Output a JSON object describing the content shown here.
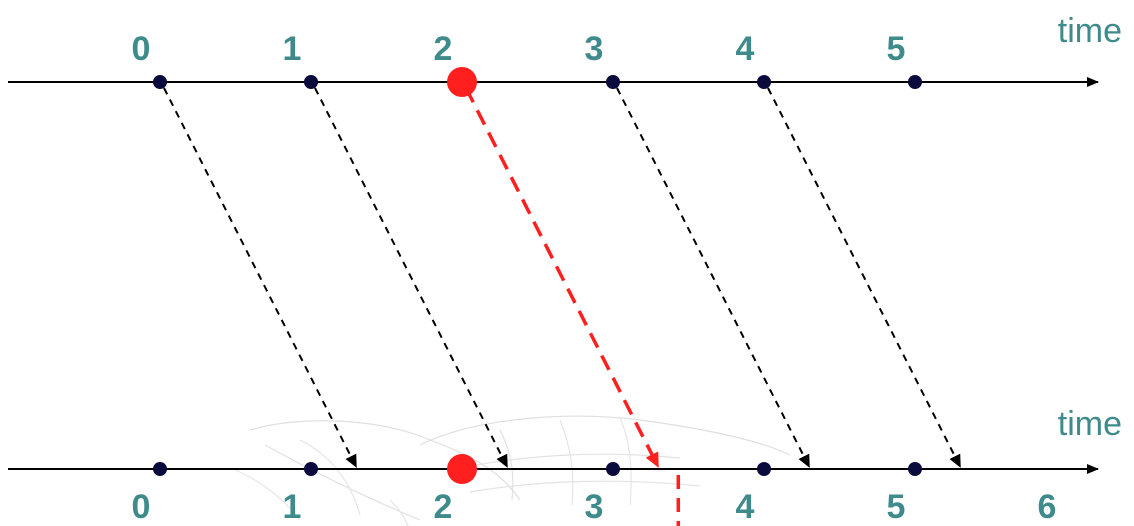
{
  "colors": {
    "label": "#3f8a8a",
    "axis": "#000000",
    "dot": "#0a0a3c",
    "highlight": "#ff1f1f",
    "arrow": "#000000",
    "watermark": "#b8b8b8"
  },
  "top_timeline": {
    "axis_label": "time",
    "ticks": [
      {
        "label": "0",
        "t": 0
      },
      {
        "label": "1",
        "t": 1
      },
      {
        "label": "2",
        "t": 2,
        "highlight": true
      },
      {
        "label": "3",
        "t": 3
      },
      {
        "label": "4",
        "t": 4
      },
      {
        "label": "5",
        "t": 5
      }
    ]
  },
  "bottom_timeline": {
    "axis_label": "time",
    "ticks": [
      {
        "label": "0",
        "t": 0
      },
      {
        "label": "1",
        "t": 1
      },
      {
        "label": "2",
        "t": 2,
        "highlight": true
      },
      {
        "label": "3",
        "t": 3
      },
      {
        "label": "4",
        "t": 4
      },
      {
        "label": "5",
        "t": 5
      },
      {
        "label": "6",
        "t": 6
      }
    ]
  },
  "messages": [
    {
      "from": 0,
      "to": 1.3
    },
    {
      "from": 1,
      "to": 2.3
    },
    {
      "from": 2,
      "to": 3.3,
      "highlight": true,
      "lost": true
    },
    {
      "from": 3,
      "to": 4.3
    },
    {
      "from": 4,
      "to": 5.3
    }
  ],
  "watermark_icon": "fish-sketch-icon"
}
